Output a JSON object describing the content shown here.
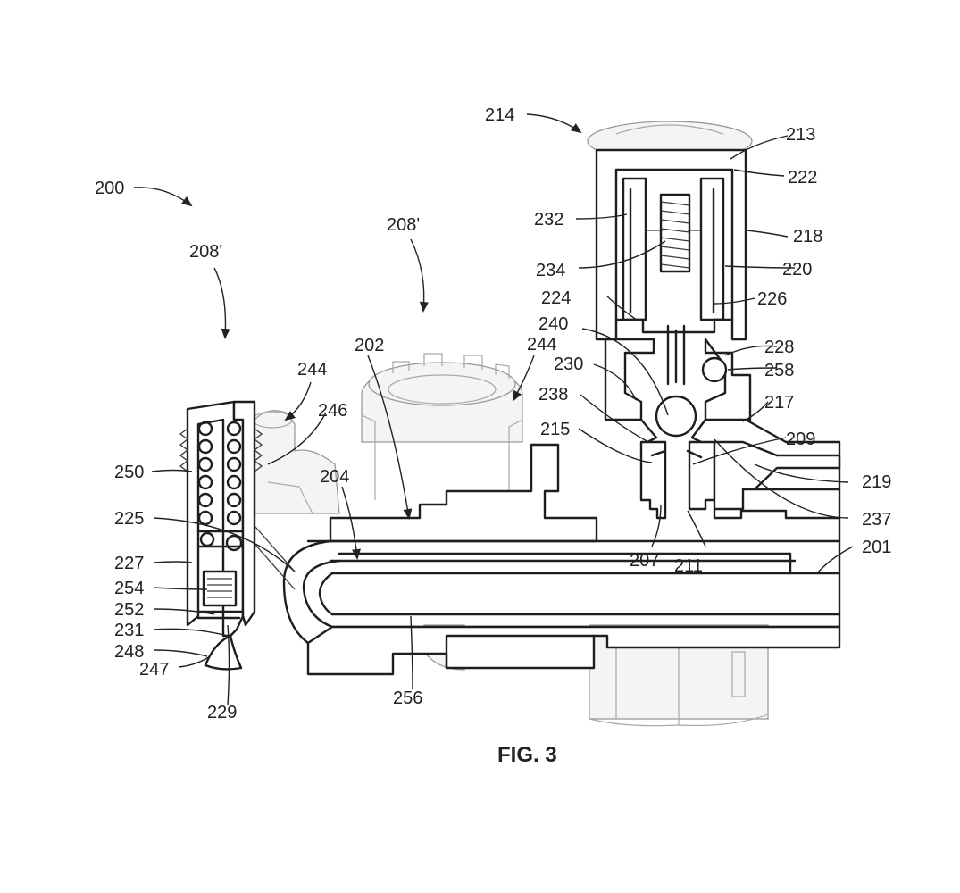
{
  "figure": {
    "caption": "FIG. 3"
  },
  "reference_numerals": [
    {
      "id": "n200",
      "text": "200"
    },
    {
      "id": "n208a",
      "text": "208'"
    },
    {
      "id": "n208b",
      "text": "208'"
    },
    {
      "id": "n214",
      "text": "214"
    },
    {
      "id": "n213",
      "text": "213"
    },
    {
      "id": "n222",
      "text": "222"
    },
    {
      "id": "n232",
      "text": "232"
    },
    {
      "id": "n218",
      "text": "218"
    },
    {
      "id": "n220",
      "text": "220"
    },
    {
      "id": "n234",
      "text": "234"
    },
    {
      "id": "n224",
      "text": "224"
    },
    {
      "id": "n226",
      "text": "226"
    },
    {
      "id": "n240",
      "text": "240"
    },
    {
      "id": "n228",
      "text": "228"
    },
    {
      "id": "n230",
      "text": "230"
    },
    {
      "id": "n258",
      "text": "258"
    },
    {
      "id": "n244a",
      "text": "244"
    },
    {
      "id": "n244b",
      "text": "244"
    },
    {
      "id": "n202",
      "text": "202"
    },
    {
      "id": "n238",
      "text": "238"
    },
    {
      "id": "n217",
      "text": "217"
    },
    {
      "id": "n246",
      "text": "246"
    },
    {
      "id": "n215",
      "text": "215"
    },
    {
      "id": "n209",
      "text": "209"
    },
    {
      "id": "n250",
      "text": "250"
    },
    {
      "id": "n204",
      "text": "204"
    },
    {
      "id": "n219",
      "text": "219"
    },
    {
      "id": "n225",
      "text": "225"
    },
    {
      "id": "n237",
      "text": "237"
    },
    {
      "id": "n201",
      "text": "201"
    },
    {
      "id": "n207",
      "text": "207"
    },
    {
      "id": "n211",
      "text": "211"
    },
    {
      "id": "n227",
      "text": "227"
    },
    {
      "id": "n254",
      "text": "254"
    },
    {
      "id": "n252",
      "text": "252"
    },
    {
      "id": "n231",
      "text": "231"
    },
    {
      "id": "n248",
      "text": "248"
    },
    {
      "id": "n247",
      "text": "247"
    },
    {
      "id": "n256",
      "text": "256"
    },
    {
      "id": "n229",
      "text": "229"
    }
  ]
}
